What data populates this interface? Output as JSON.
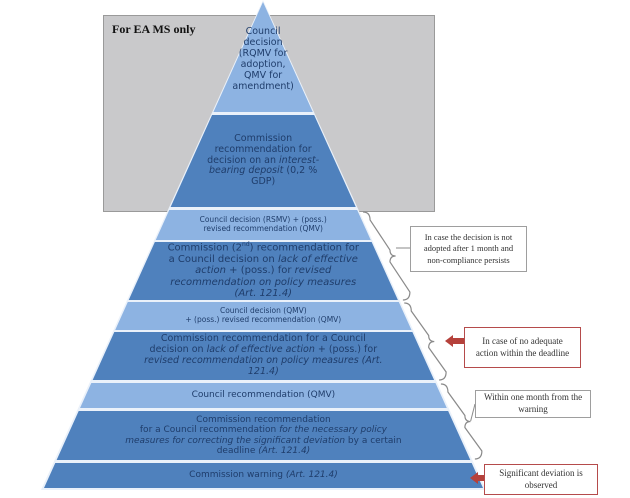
{
  "colors": {
    "light_band": "#8db3e2",
    "dark_band": "#4f81bd",
    "gray_panel": "#c9c9cb",
    "arrow": "#b5413b",
    "text": "#1f3d6b"
  },
  "panel": {
    "label": "For EA MS only"
  },
  "pyramid": {
    "levels": [
      {
        "id": "council-decision-rqmv",
        "tone": "light",
        "parts": [
          {
            "t": "Council decision"
          },
          {
            "br": true
          },
          {
            "t": "(RQMV for adoption,"
          },
          {
            "br": true
          },
          {
            "t": "QMV for amendment)"
          }
        ]
      },
      {
        "id": "commission-rec-interest-deposit",
        "tone": "dark",
        "parts": [
          {
            "t": "Commission"
          },
          {
            "br": true
          },
          {
            "t": "recommendation for"
          },
          {
            "br": true
          },
          {
            "t": "decision on an "
          },
          {
            "i": "interest-"
          },
          {
            "br": true
          },
          {
            "i": "bearing deposit"
          },
          {
            "t": " (0,2 %"
          },
          {
            "br": true
          },
          {
            "t": "GDP)"
          }
        ]
      },
      {
        "id": "council-decision-rsmv",
        "tone": "light",
        "parts": [
          {
            "t": "Council decision (RSMV) + (poss.)"
          },
          {
            "br": true
          },
          {
            "t": "revised  recommendation (QMV)"
          }
        ]
      },
      {
        "id": "commission-2nd-rec",
        "tone": "dark",
        "parts": [
          {
            "t": "Commission (2"
          },
          {
            "sup": "nd"
          },
          {
            "t": ") recommendation for"
          },
          {
            "br": true
          },
          {
            "t": "a Council decision on "
          },
          {
            "i": "lack of effective"
          },
          {
            "br": true
          },
          {
            "i": "action"
          },
          {
            "t": " + (poss.) for "
          },
          {
            "i": "revised"
          },
          {
            "br": true
          },
          {
            "i": "recommendation on policy measures"
          },
          {
            "br": true
          },
          {
            "i": "(Art. 121.4)"
          }
        ]
      },
      {
        "id": "council-decision-qmv",
        "tone": "light",
        "parts": [
          {
            "t": "Council decision (QMV)"
          },
          {
            "br": true
          },
          {
            "t": "+ (poss.) revised  recommendation (QMV)"
          }
        ]
      },
      {
        "id": "commission-rec-lack-action",
        "tone": "dark",
        "parts": [
          {
            "t": "Commission recommendation for a Council"
          },
          {
            "br": true
          },
          {
            "t": "decision on "
          },
          {
            "i": "lack of effective action"
          },
          {
            "t": " +  (poss.) for"
          },
          {
            "br": true
          },
          {
            "i": "revised recommendation on policy measures (Art."
          },
          {
            "br": true
          },
          {
            "i": "121.4)"
          }
        ]
      },
      {
        "id": "council-recommendation",
        "tone": "light",
        "parts": [
          {
            "t": "Council recommendation (QMV)"
          }
        ]
      },
      {
        "id": "commission-rec-policy-measures",
        "tone": "dark",
        "parts": [
          {
            "t": "Commission recommendation"
          },
          {
            "br": true
          },
          {
            "t": "for a Council recommendation "
          },
          {
            "i": "for the necessary policy"
          },
          {
            "br": true
          },
          {
            "i": "measures for correcting the significant deviation"
          },
          {
            "t": " by a certain"
          },
          {
            "br": true
          },
          {
            "t": "deadline  "
          },
          {
            "i": "(Art. 121.4)"
          }
        ]
      },
      {
        "id": "commission-warning",
        "tone": "dark",
        "parts": [
          {
            "t": "Commission warning  "
          },
          {
            "i": "(Art. 121.4)"
          }
        ]
      }
    ]
  },
  "notes": [
    {
      "id": "note-not-adopted",
      "text_lines": [
        "In case the decision is not",
        "adopted after 1 month and",
        "non-compliance persists"
      ],
      "style": "gray"
    },
    {
      "id": "note-no-adequate-action",
      "text_lines": [
        "In case of no adequate",
        "action within the deadline"
      ],
      "style": "red"
    },
    {
      "id": "note-within-one-month",
      "text_lines": [
        "Within one month from the",
        "warning"
      ],
      "style": "gray"
    },
    {
      "id": "note-significant-deviation",
      "text_lines": [
        "Significant deviation is",
        "observed"
      ],
      "style": "red"
    }
  ]
}
